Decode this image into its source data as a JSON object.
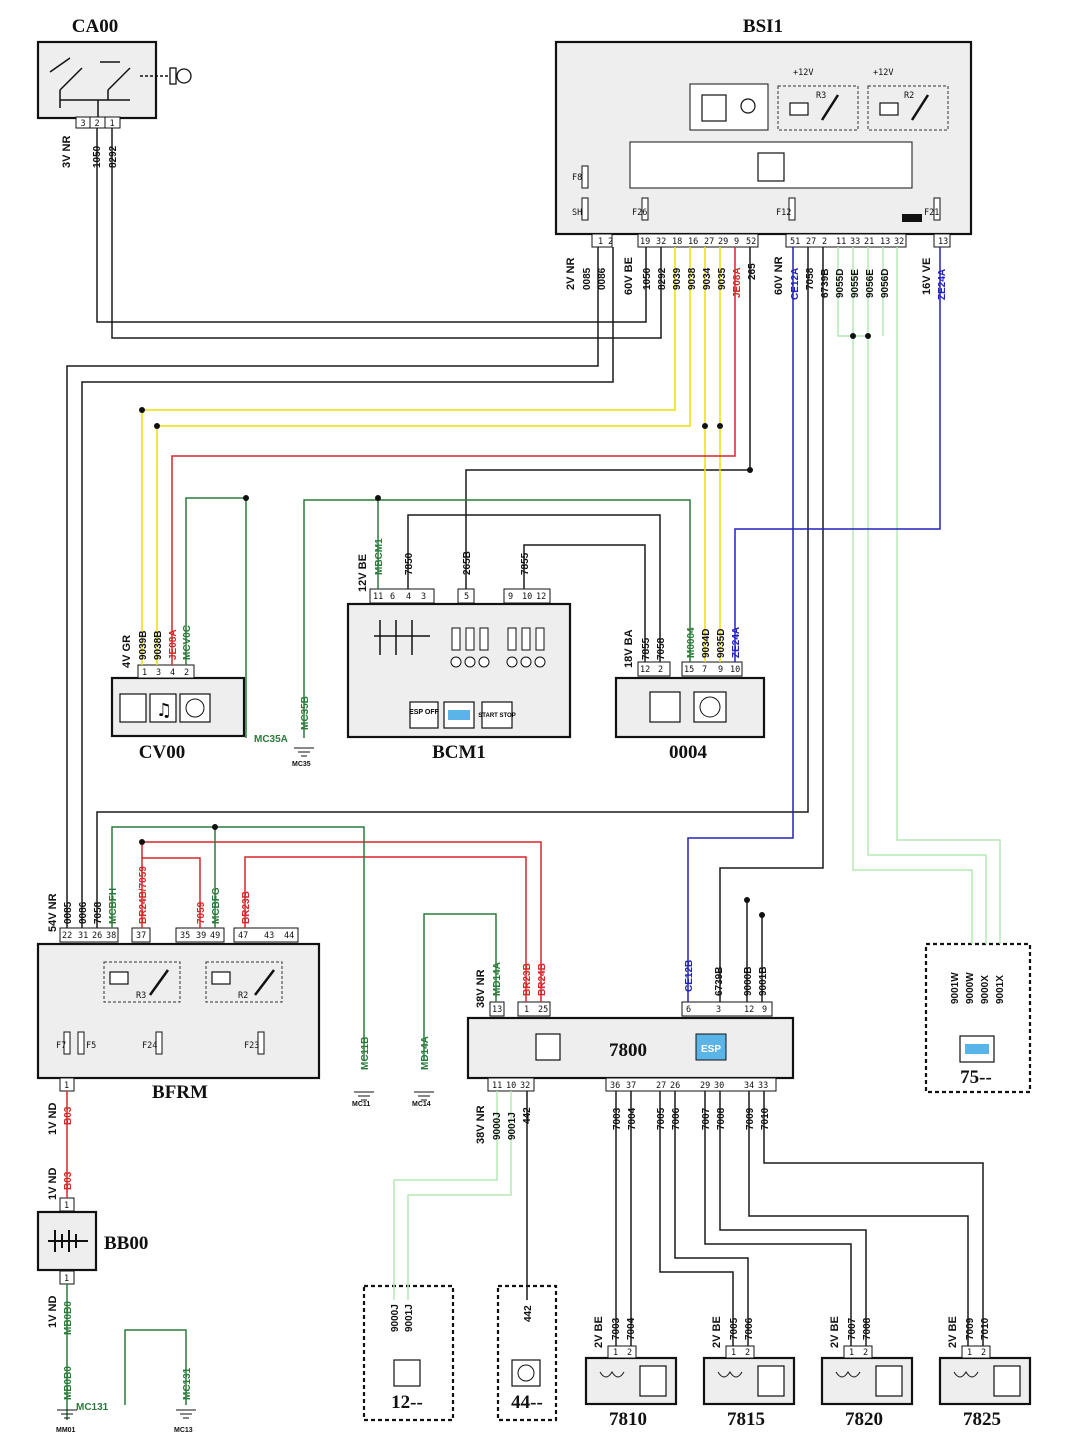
{
  "colors": {
    "black": "#1a1a1a",
    "green": "#2a7a3a",
    "red": "#d62728",
    "yellow": "#e8e000",
    "blue": "#2222bb",
    "lightgreen": "#b5e8b5",
    "lightblue_icon": "#5ab4e8"
  },
  "components": {
    "CA00": "CA00",
    "BSI1": "BSI1",
    "CV00": "CV00",
    "BCM1": "BCM1",
    "C0004": "0004",
    "BFRM": "BFRM",
    "BB00": "BB00",
    "C7800": "7800",
    "C75": "75--",
    "C12": "12--",
    "C44": "44--",
    "C7810": "7810",
    "C7815": "7815",
    "C7820": "7820",
    "C7825": "7825"
  },
  "connectors": {
    "ca00": "3V NR",
    "bsi1_a": "2V NR",
    "bsi1_b": "60V BE",
    "bsi1_c": "60V NR",
    "bsi1_d": "16V VE",
    "cv00": "4V GR",
    "bcm1": "12V BE",
    "c0004": "18V BA",
    "bfrm": "54V NR",
    "c7800_top": "38V NR",
    "c7800_bot": "38V NR",
    "bfrm_out": "1V ND",
    "bb00_in": "1V ND",
    "bb00_out": "1V ND",
    "c7810": "2V BE",
    "c7815": "2V BE",
    "c7820": "2V BE",
    "c7825": "2V BE"
  },
  "pins": {
    "ca00": [
      "3",
      "2",
      "1"
    ],
    "bsi1": [
      "1",
      "2",
      "19",
      "32",
      "18",
      "16",
      "27",
      "29",
      "9",
      "52",
      "51",
      "27",
      "2",
      "11",
      "33",
      "21",
      "13",
      "32",
      "13"
    ],
    "cv00": [
      "1",
      "3",
      "4",
      "2"
    ],
    "bcm1": [
      "11",
      "6",
      "4",
      "3",
      "5",
      "9",
      "10",
      "12"
    ],
    "c0004": [
      "12",
      "2",
      "15",
      "7",
      "9",
      "10"
    ],
    "bfrm_top": [
      "22",
      "31",
      "26",
      "38",
      "37",
      "35",
      "39",
      "49",
      "47",
      "43",
      "44"
    ],
    "bfrm_bot": [
      "1"
    ],
    "c7800_top": [
      "13",
      "1",
      "25",
      "6",
      "3",
      "12",
      "9"
    ],
    "c7800_bot": [
      "11",
      "10",
      "32",
      "36",
      "37",
      "27",
      "26",
      "29",
      "30",
      "34",
      "33"
    ],
    "bb00": [
      "1",
      "1"
    ],
    "c7810": [
      "1",
      "2"
    ],
    "c7815": [
      "1",
      "2"
    ],
    "c7820": [
      "1",
      "2"
    ],
    "c7825": [
      "1",
      "2"
    ]
  },
  "wires": {
    "ca00": [
      "1050",
      "8292"
    ],
    "bsi1_black_a": [
      "0085",
      "0086"
    ],
    "bsi1_black_b": [
      "1050",
      "8292"
    ],
    "bsi1_yellow": [
      "9039",
      "9038",
      "9034",
      "9035"
    ],
    "bsi1_red": "JE08A",
    "bsi1_265": "265",
    "bsi1_blue1": "CE12A",
    "bsi1_mid": [
      "7058",
      "6739B"
    ],
    "bsi1_green": [
      "9055D",
      "9055E",
      "9056E",
      "9056D"
    ],
    "bsi1_blue2": "ZE24A",
    "cv00_yellow": [
      "9039B",
      "9038B"
    ],
    "cv00_red": "JE08A",
    "cv00_green": "MCV0C",
    "bcm1_green": "MBCM1",
    "bcm1_black": [
      "7850",
      "265B",
      "7855"
    ],
    "c0004_black": [
      "7855",
      "7058"
    ],
    "c0004_green": "M0004",
    "c0004_yellow": [
      "9034D",
      "9035D"
    ],
    "c0004_blue": "ZE24A",
    "bfrm_black": [
      "0085",
      "0086",
      "7058"
    ],
    "bfrm_green": [
      "MCBFH",
      "MCBFG"
    ],
    "bfrm_red": [
      "BR24B/7059",
      "7059",
      "BR23B"
    ],
    "c7800_top_green": "MD14A",
    "c7800_top_red": [
      "BR23B",
      "BR24B"
    ],
    "c7800_top_blue": "CE12B",
    "c7800_top_black": [
      "6739B",
      "9000B",
      "9001B"
    ],
    "c7800_bot_a": [
      "9000J",
      "9001J"
    ],
    "c7800_bot_b": "442",
    "c7800_bot_c": [
      "7003",
      "7004",
      "7005",
      "7006",
      "7007",
      "7008",
      "7009",
      "7010"
    ],
    "c75": [
      "9001W",
      "9000W",
      "9000X",
      "9001X"
    ],
    "c12": [
      "9000J",
      "9001J"
    ],
    "c44": "442",
    "c7810": [
      "7003",
      "7004"
    ],
    "c7815": [
      "7005",
      "7006"
    ],
    "c7820": [
      "7007",
      "7008"
    ],
    "c7825": [
      "7009",
      "7010"
    ],
    "bfrm_out": "B03",
    "bb00_in": "B03",
    "bb00_out": "MB0B0",
    "mm01_wire": "MB0B0"
  },
  "grounds": {
    "mc35a": "MC35A",
    "mc35b": "MC35B",
    "mc35": "MC35",
    "mc11b": "MC11B",
    "mc11": "MC11",
    "md14a": "MD14A",
    "mc14": "MC14",
    "mc131": "MC131",
    "mc131b": "MC131",
    "mc13": "MC13",
    "mm01": "MM01"
  },
  "internals": {
    "fuses_bsi1": [
      "F8",
      "SH",
      "F26",
      "F12",
      "F21"
    ],
    "relays_bsi1": [
      "R3",
      "R2"
    ],
    "supply": [
      "+12V",
      "+12V"
    ],
    "fuses_bfrm": [
      "F7",
      "F5",
      "F24",
      "F23"
    ],
    "relays_bfrm": [
      "R3",
      "R2"
    ],
    "esp_off": "ESP OFF",
    "start_stop": "START STOP",
    "esp": "ESP"
  }
}
